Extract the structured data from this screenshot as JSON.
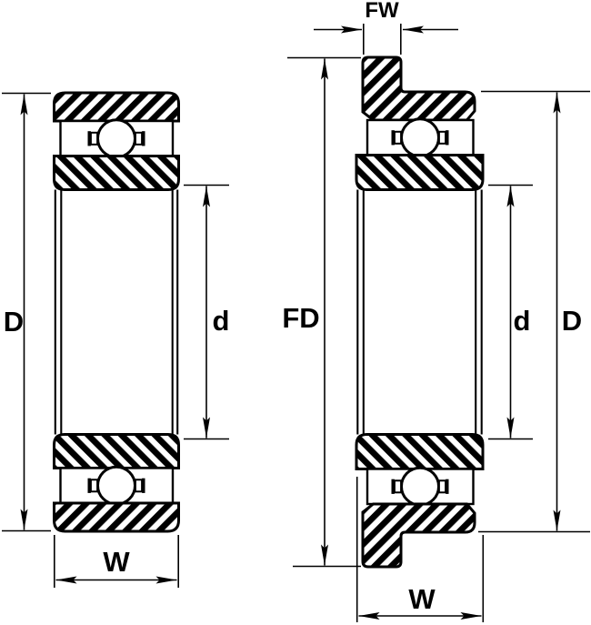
{
  "diagram": {
    "colors": {
      "line": "#000000",
      "background": "#ffffff"
    },
    "plain_bearing_view": {
      "outer_diameter_label": "D",
      "bore_diameter_label": "d",
      "width_label": "W"
    },
    "flanged_bearing_view": {
      "flange_width_label": "FW",
      "flange_outer_diameter_label": "FD",
      "bore_diameter_label": "d",
      "outer_diameter_label": "D",
      "width_label": "W"
    }
  }
}
